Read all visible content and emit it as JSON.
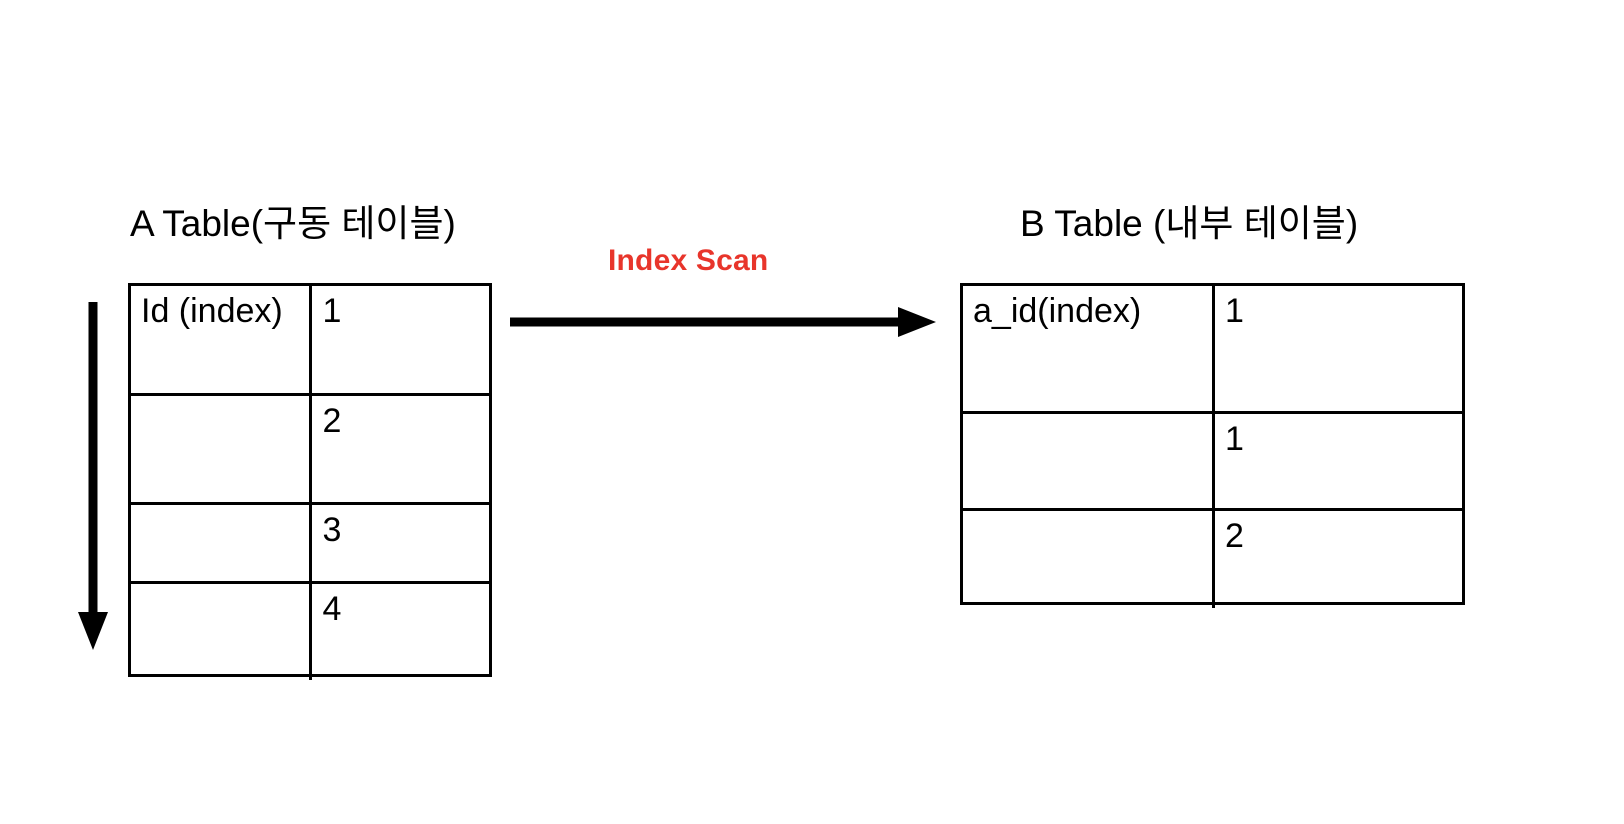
{
  "diagram": {
    "title_a": "A Table(구동 테이블)",
    "title_b": "B Table (내부 테이블)",
    "scan_label": "Index Scan",
    "accent_color": "#E8352B",
    "line_color": "#000000",
    "background_color": "#FFFFFF",
    "arrow_horizontal_name": "index-scan-arrow",
    "arrow_vertical_name": "row-iteration-arrow"
  },
  "table_a": {
    "name": "A Table",
    "rows": [
      {
        "col1": "Id (index)",
        "col2": "1"
      },
      {
        "col1": "",
        "col2": "2"
      },
      {
        "col1": "",
        "col2": "3"
      },
      {
        "col1": "",
        "col2": "4"
      }
    ]
  },
  "table_b": {
    "name": "B Table",
    "rows": [
      {
        "col1": "a_id(index)",
        "col2": "1"
      },
      {
        "col1": "",
        "col2": "1"
      },
      {
        "col1": "",
        "col2": "2"
      }
    ]
  }
}
